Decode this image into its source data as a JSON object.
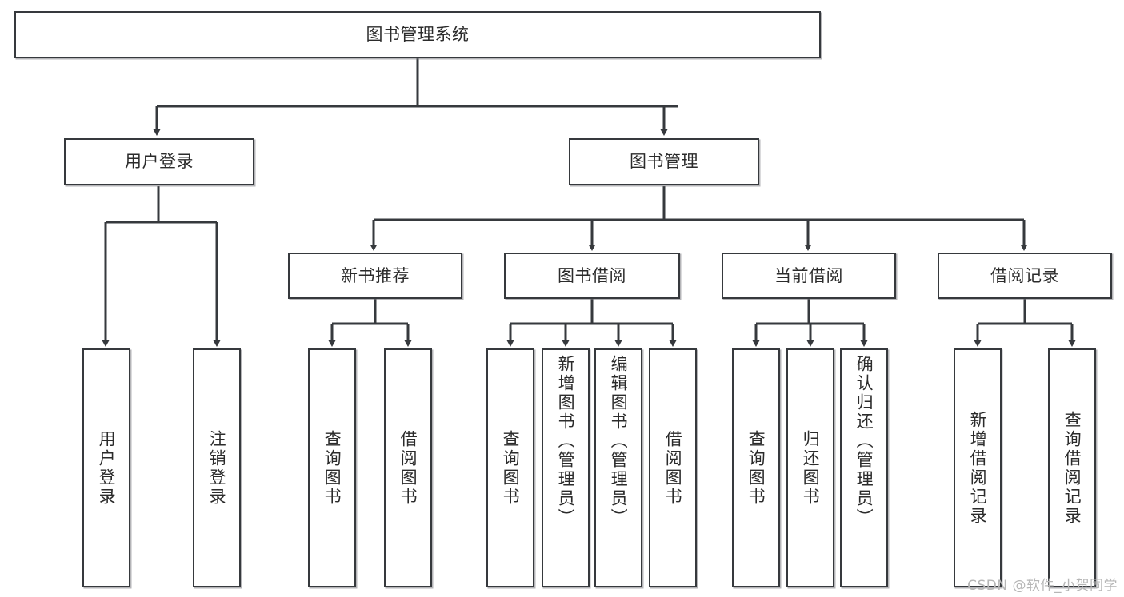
{
  "diagram": {
    "type": "tree-hierarchy-chart",
    "title": "图书管理系统",
    "watermark": "CSDN @软件_小贺同学",
    "colors": {
      "box_border": "#36393d",
      "box_fill": "#ffffff",
      "connector": "#36393d",
      "text": "#2b2b2b",
      "watermark": "#b6b6b6",
      "background": "#ffffff"
    },
    "levels": [
      {
        "level": 1,
        "nodes": [
          {
            "id": "root",
            "label": "图书管理系统",
            "orientation": "horizontal"
          }
        ]
      },
      {
        "level": 2,
        "nodes": [
          {
            "id": "user-login",
            "label": "用户登录",
            "orientation": "horizontal",
            "parent": "root"
          },
          {
            "id": "book-manage",
            "label": "图书管理",
            "orientation": "horizontal",
            "parent": "root"
          }
        ]
      },
      {
        "level": 3,
        "nodes": [
          {
            "id": "new-book-rec",
            "label": "新书推荐",
            "orientation": "horizontal",
            "parent": "book-manage"
          },
          {
            "id": "book-borrow",
            "label": "图书借阅",
            "orientation": "horizontal",
            "parent": "book-manage"
          },
          {
            "id": "current-borrow",
            "label": "当前借阅",
            "orientation": "horizontal",
            "parent": "book-manage"
          },
          {
            "id": "borrow-record",
            "label": "借阅记录",
            "orientation": "horizontal",
            "parent": "book-manage"
          }
        ]
      },
      {
        "level": 4,
        "nodes": [
          {
            "id": "leaf-user-login",
            "label": "用户登录",
            "orientation": "vertical",
            "parent": "user-login"
          },
          {
            "id": "leaf-logout",
            "label": "注销登录",
            "orientation": "vertical",
            "parent": "user-login"
          },
          {
            "id": "leaf-query-book-1",
            "label": "查询图书",
            "orientation": "vertical",
            "parent": "new-book-rec"
          },
          {
            "id": "leaf-borrow-book-1",
            "label": "借阅图书",
            "orientation": "vertical",
            "parent": "new-book-rec"
          },
          {
            "id": "leaf-query-book-2",
            "label": "查询图书",
            "orientation": "vertical",
            "parent": "book-borrow"
          },
          {
            "id": "leaf-add-book",
            "label": "新增图书（管理员）",
            "orientation": "vertical",
            "parent": "book-borrow"
          },
          {
            "id": "leaf-edit-book",
            "label": "编辑图书（管理员）",
            "orientation": "vertical",
            "parent": "book-borrow"
          },
          {
            "id": "leaf-borrow-book-2",
            "label": "借阅图书",
            "orientation": "vertical",
            "parent": "book-borrow"
          },
          {
            "id": "leaf-query-book-3",
            "label": "查询图书",
            "orientation": "vertical",
            "parent": "current-borrow"
          },
          {
            "id": "leaf-return-book",
            "label": "归还图书",
            "orientation": "vertical",
            "parent": "current-borrow"
          },
          {
            "id": "leaf-confirm-return",
            "label": "确认归还（管理员）",
            "orientation": "vertical",
            "parent": "current-borrow"
          },
          {
            "id": "leaf-add-record",
            "label": "新增借阅记录",
            "orientation": "vertical",
            "parent": "borrow-record"
          },
          {
            "id": "leaf-query-record",
            "label": "查询借阅记录",
            "orientation": "vertical",
            "parent": "borrow-record"
          }
        ]
      }
    ]
  }
}
